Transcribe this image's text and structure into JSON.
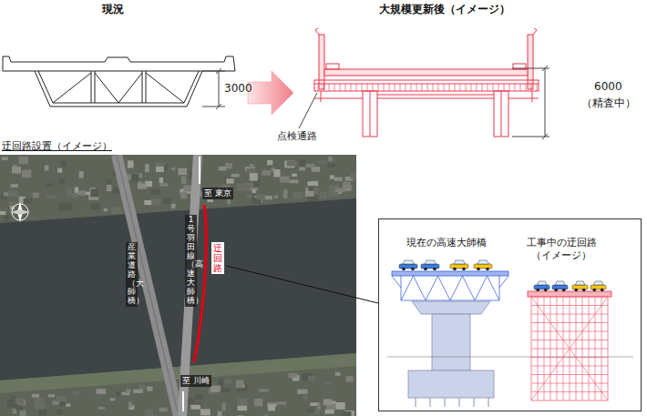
{
  "diagram": {
    "nodes": [
      {
        "text": [
          "現在の高速大師橋",
          "工事中の迂回路 （イメージ）"
        ]
      }
    ],
    "labels": [
      "現況",
      "大規模更新後（イメージ）",
      "3000",
      "6000",
      "（精査中）",
      "点検通路",
      "迂回路設置（イメージ）",
      "至 東京",
      "1号羽田線（高速大師橋）",
      "迂回路",
      "産業道路（大師橋）",
      "至 川崎"
    ]
  }
}
